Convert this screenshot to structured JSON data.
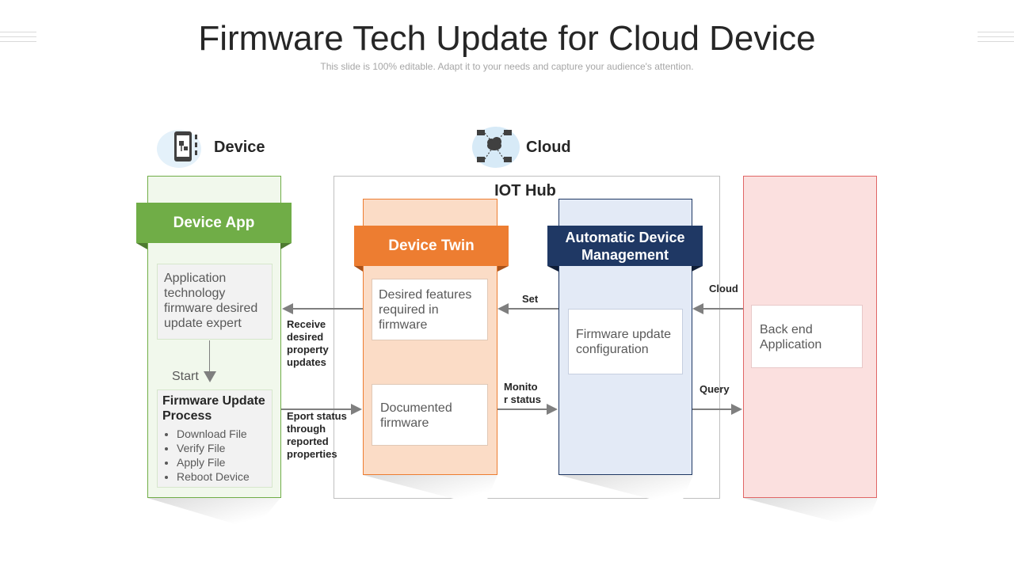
{
  "header": {
    "title": "Firmware Tech Update for Cloud Device",
    "subtitle": "This slide is 100% editable. Adapt it to your needs and capture your audience's attention."
  },
  "sections": {
    "device": "Device",
    "cloud": "Cloud"
  },
  "iot_hub": {
    "label": "IOT Hub"
  },
  "device_app": {
    "title": "Device App",
    "app_box": "Application technology firmware desired update expert",
    "start_label": "Start",
    "process": {
      "title": "Firmware Update Process",
      "steps": [
        "Download File",
        "Verify File",
        "Apply File",
        "Reboot Device"
      ]
    }
  },
  "device_twin": {
    "title": "Device Twin",
    "desired_box": "Desired features required in firmware",
    "documented_box": "Documented firmware"
  },
  "adm": {
    "title": "Automatic Device Management",
    "config_box": "Firmware update configuration"
  },
  "backend": {
    "box": "Back end Application"
  },
  "arrows": {
    "receive": "Receive desired property updates",
    "report": "Eport status through reported properties",
    "set": "Set",
    "monitor": "Monito r status",
    "cloud": "Cloud",
    "query": "Query"
  },
  "colors": {
    "green": "#70ad47",
    "green_light": "#f1f8ec",
    "orange": "#ed7d31",
    "orange_light": "#fbdcc6",
    "navy": "#1f3864",
    "blue_light": "#e3eaf6",
    "red_border": "#e06666",
    "red_light": "#fbe0df",
    "gray_box": "#f2f2f2",
    "arrow": "#7f7f7f"
  },
  "icons": {
    "device": "mobile-device-icon",
    "cloud": "cloud-network-icon"
  }
}
